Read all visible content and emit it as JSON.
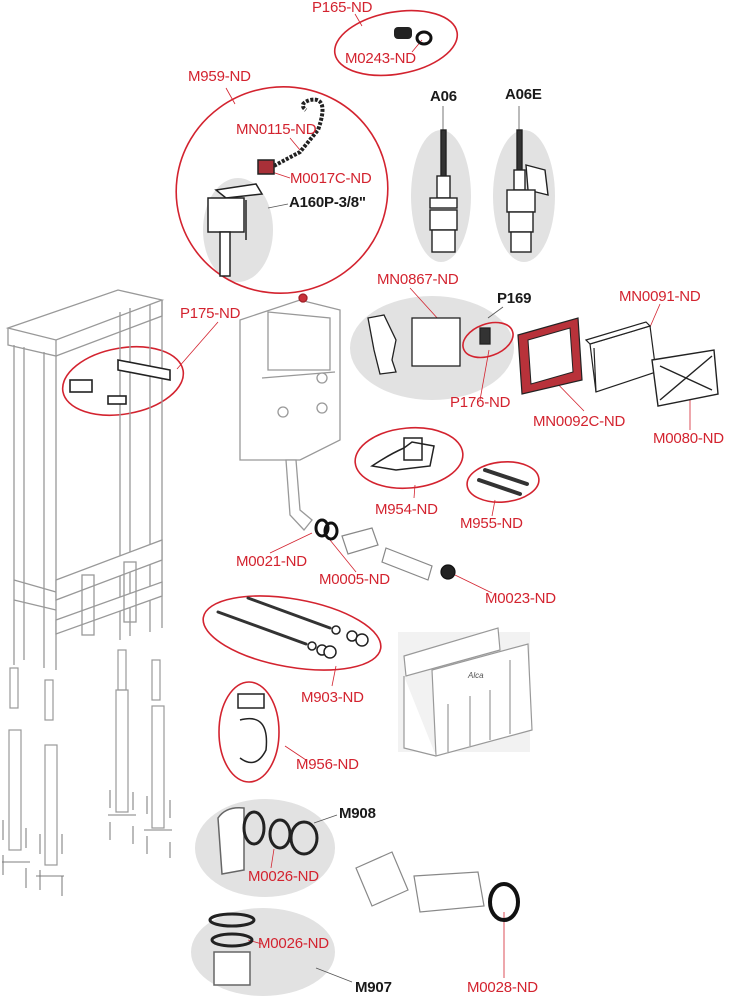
{
  "title": "Installation frame exploded parts diagram",
  "colors": {
    "label_red": "#d3232f",
    "label_black": "#1a1a1a",
    "highlight_gray": "#e2e2e2",
    "line_gray": "#888888",
    "accent_red": "#c8323a"
  },
  "labels": {
    "p165": "P165-ND",
    "m0243": "M0243-ND",
    "m959": "M959-ND",
    "mn0115": "MN0115-ND",
    "m0017c": "M0017C-ND",
    "a160p": "A160P-3/8\"",
    "a06": "A06",
    "a06e": "A06E",
    "mn0867": "MN0867-ND",
    "p169": "P169",
    "mn0091": "MN0091-ND",
    "p175": "P175-ND",
    "p176": "P176-ND",
    "mn0092c": "MN0092C-ND",
    "m0080": "M0080-ND",
    "m954": "M954-ND",
    "m955": "M955-ND",
    "m0021": "M0021-ND",
    "m0005": "M0005-ND",
    "m0023": "M0023-ND",
    "m903": "M903-ND",
    "m956": "M956-ND",
    "m908": "M908",
    "m0026_a": "M0026-ND",
    "m0026_b": "M0026-ND",
    "m907": "M907",
    "m0028": "M0028-ND"
  },
  "cover_logo": "Alca"
}
